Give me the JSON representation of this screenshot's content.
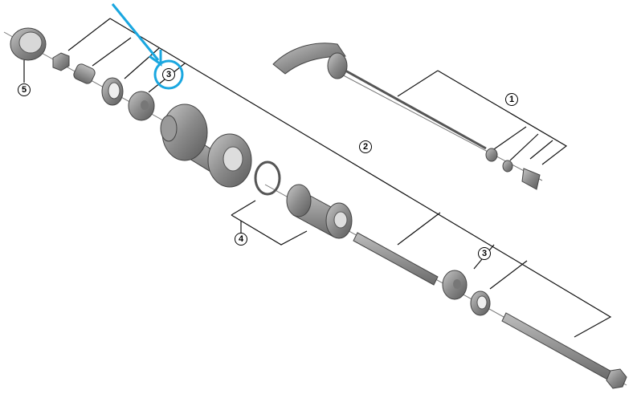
{
  "callouts": {
    "quick_release": "1",
    "axle_set": "2",
    "cone_upper": "3",
    "cone_lower": "3",
    "freehub_body": "4",
    "lock_ring": "5"
  },
  "colors": {
    "highlight": "#1aa7e0",
    "part_gray": "#8a8a8a"
  }
}
